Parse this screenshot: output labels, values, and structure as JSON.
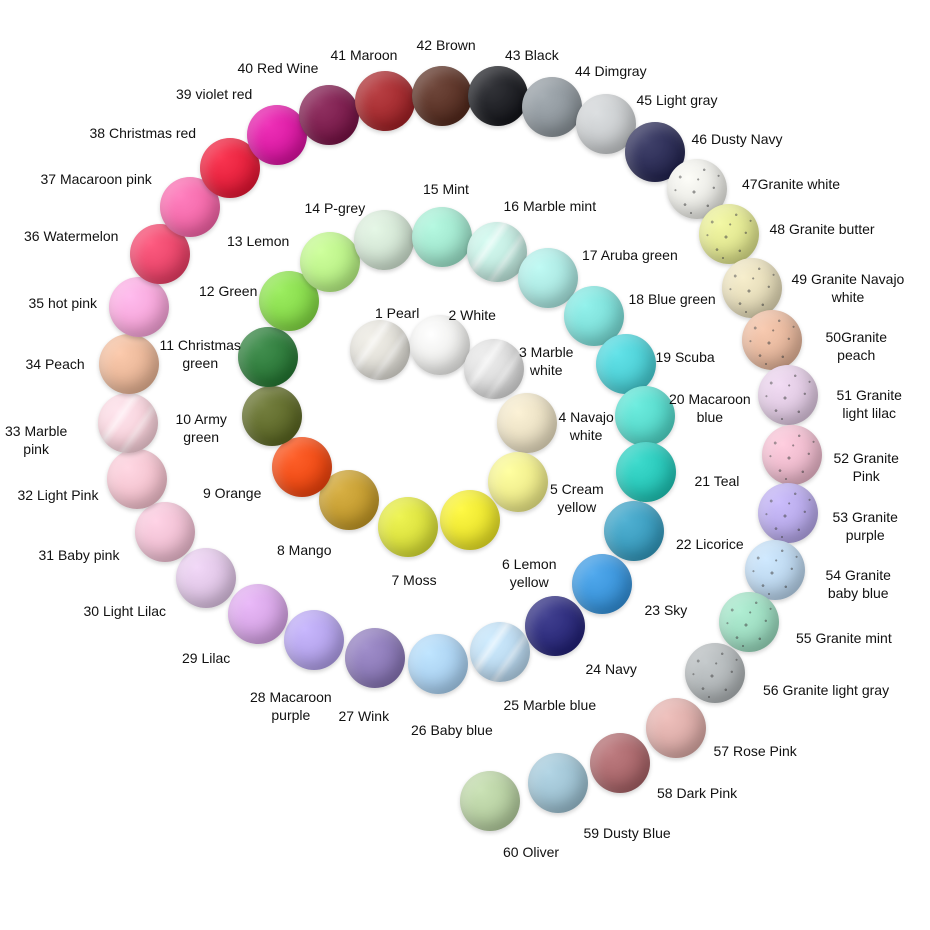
{
  "beads": [
    {
      "id": 1,
      "label": "1 Pearl",
      "color": "#dcdad3",
      "finish": "marble"
    },
    {
      "id": 2,
      "label": "2 White",
      "color": "#ececea",
      "finish": "solid"
    },
    {
      "id": 3,
      "label": "3 Marble white",
      "color": "#d8d8d8",
      "finish": "marble"
    },
    {
      "id": 4,
      "label": "4 Navajo white",
      "color": "#e6dcc0",
      "finish": "solid"
    },
    {
      "id": 5,
      "label": "5 Cream yellow",
      "color": "#ece98a",
      "finish": "solid"
    },
    {
      "id": 6,
      "label": "6 Lemon yellow",
      "color": "#e9e32e",
      "finish": "solid"
    },
    {
      "id": 7,
      "label": "7 Moss",
      "color": "#d8de3c",
      "finish": "solid"
    },
    {
      "id": 8,
      "label": "8 Mango",
      "color": "#c29a2e",
      "finish": "solid"
    },
    {
      "id": 9,
      "label": "9 Orange",
      "color": "#ee4a14",
      "finish": "solid"
    },
    {
      "id": 10,
      "label": "10 Army green",
      "color": "#5f6a2a",
      "finish": "solid"
    },
    {
      "id": 11,
      "label": "11 Christmas green",
      "color": "#2d7a3a",
      "finish": "solid"
    },
    {
      "id": 12,
      "label": "12 Green",
      "color": "#86d84a",
      "finish": "solid"
    },
    {
      "id": 13,
      "label": "13 Lemon",
      "color": "#b8ef86",
      "finish": "solid"
    },
    {
      "id": 14,
      "label": "14 P-grey",
      "color": "#cfe1d0",
      "finish": "solid"
    },
    {
      "id": 15,
      "label": "15 Mint",
      "color": "#9fe3cb",
      "finish": "solid"
    },
    {
      "id": 16,
      "label": "16 Marble mint",
      "color": "#bfe6dc",
      "finish": "marble"
    },
    {
      "id": 17,
      "label": "17 Aruba green",
      "color": "#a9e4de",
      "finish": "solid"
    },
    {
      "id": 18,
      "label": "18 Blue green",
      "color": "#7cdcd6",
      "finish": "solid"
    },
    {
      "id": 19,
      "label": "19 Scuba",
      "color": "#4ccdd3",
      "finish": "solid"
    },
    {
      "id": 20,
      "label": "20 Macaroon blue",
      "color": "#56d7c9",
      "finish": "solid"
    },
    {
      "id": 21,
      "label": "21 Teal",
      "color": "#27c5b7",
      "finish": "solid"
    },
    {
      "id": 22,
      "label": "22 Licorice",
      "color": "#3a9bbd",
      "finish": "solid"
    },
    {
      "id": 23,
      "label": "23 Sky",
      "color": "#3a93d8",
      "finish": "solid"
    },
    {
      "id": 24,
      "label": "24 Navy",
      "color": "#2b2a7a",
      "finish": "solid"
    },
    {
      "id": 25,
      "label": "25 Marble blue",
      "color": "#b8d6ec",
      "finish": "marble"
    },
    {
      "id": 26,
      "label": "26 Baby blue",
      "color": "#a9cfee",
      "finish": "solid"
    },
    {
      "id": 27,
      "label": "27 Wink",
      "color": "#8a78b5",
      "finish": "solid"
    },
    {
      "id": 28,
      "label": "28 Macaroon purple",
      "color": "#b2a1e8",
      "finish": "solid"
    },
    {
      "id": 29,
      "label": "29 Lilac",
      "color": "#d4a3e3",
      "finish": "solid"
    },
    {
      "id": 30,
      "label": "30 Light Lilac",
      "color": "#dcc2e2",
      "finish": "solid"
    },
    {
      "id": 31,
      "label": "31 Baby pink",
      "color": "#edbdd0",
      "finish": "solid"
    },
    {
      "id": 32,
      "label": "32 Light Pink",
      "color": "#f2c1cd",
      "finish": "solid"
    },
    {
      "id": 33,
      "label": "33 Marble pink",
      "color": "#f5cfd8",
      "finish": "marble"
    },
    {
      "id": 34,
      "label": "34 Peach",
      "color": "#e6b496",
      "finish": "solid"
    },
    {
      "id": 35,
      "label": "35 hot pink",
      "color": "#f5a5d8",
      "finish": "solid"
    },
    {
      "id": 36,
      "label": "36 Watermelon",
      "color": "#e8456a",
      "finish": "solid"
    },
    {
      "id": 37,
      "label": "37 Macaroon pink",
      "color": "#f268a8",
      "finish": "solid"
    },
    {
      "id": 38,
      "label": "38 Christmas red",
      "color": "#e41f3b",
      "finish": "solid"
    },
    {
      "id": 39,
      "label": "39 violet red",
      "color": "#d91aa2",
      "finish": "solid"
    },
    {
      "id": 40,
      "label": "40 Red Wine",
      "color": "#7b1c4c",
      "finish": "solid"
    },
    {
      "id": 41,
      "label": "41 Maroon",
      "color": "#a32a2e",
      "finish": "solid"
    },
    {
      "id": 42,
      "label": "42 Brown",
      "color": "#5a3226",
      "finish": "solid"
    },
    {
      "id": 43,
      "label": "43 Black",
      "color": "#1e1f24",
      "finish": "solid"
    },
    {
      "id": 44,
      "label": "44 Dimgray",
      "color": "#8d959b",
      "finish": "solid"
    },
    {
      "id": 45,
      "label": "45 Light gray",
      "color": "#c6c9cb",
      "finish": "solid"
    },
    {
      "id": 46,
      "label": "46 Dusty Navy",
      "color": "#2b2c55",
      "finish": "solid"
    },
    {
      "id": 47,
      "label": "47Granite white",
      "color": "#e7e7e2",
      "finish": "speckled"
    },
    {
      "id": 48,
      "label": "48 Granite butter",
      "color": "#dde28e",
      "finish": "speckled"
    },
    {
      "id": 49,
      "label": "49 Granite Navajo white",
      "color": "#e1d8b6",
      "finish": "speckled"
    },
    {
      "id": 50,
      "label": "50Granite peach",
      "color": "#e2b49a",
      "finish": "speckled"
    },
    {
      "id": 51,
      "label": "51 Granite light lilac",
      "color": "#dcc6de",
      "finish": "speckled"
    },
    {
      "id": 52,
      "label": "52 Granite Pink",
      "color": "#e9b7c9",
      "finish": "speckled"
    },
    {
      "id": 53,
      "label": "53 Granite purple",
      "color": "#b5a7e6",
      "finish": "speckled"
    },
    {
      "id": 54,
      "label": "54 Granite baby blue",
      "color": "#b9d3ea",
      "finish": "speckled"
    },
    {
      "id": 55,
      "label": "55 Granite mint",
      "color": "#9ad8bd",
      "finish": "speckled"
    },
    {
      "id": 56,
      "label": "56 Granite light gray",
      "color": "#aeb3b5",
      "finish": "speckled"
    },
    {
      "id": 57,
      "label": "57 Rose Pink",
      "color": "#d9aaa6",
      "finish": "solid"
    },
    {
      "id": 58,
      "label": "58 Dark Pink",
      "color": "#a8666a",
      "finish": "solid"
    },
    {
      "id": 59,
      "label": "59 Dusty Blue",
      "color": "#9cbfcf",
      "finish": "solid"
    },
    {
      "id": 60,
      "label": "60 Oliver",
      "color": "#b4cc9f",
      "finish": "solid"
    }
  ]
}
